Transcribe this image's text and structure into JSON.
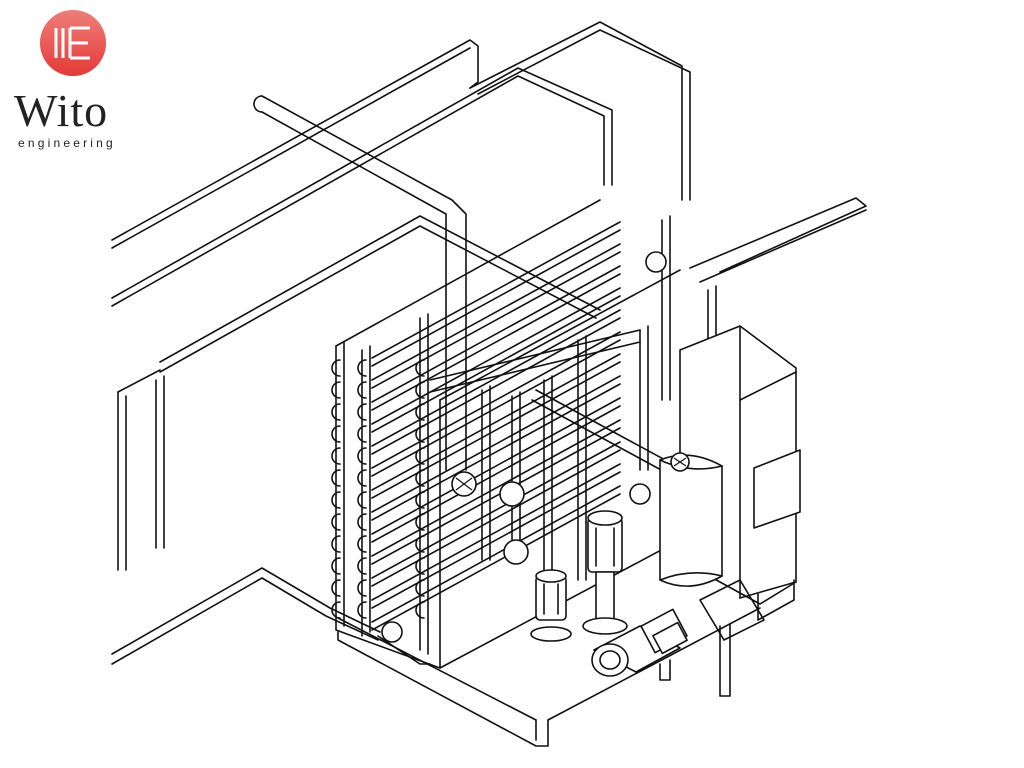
{
  "logo": {
    "name": "Wito",
    "tagline": "engineering",
    "badge_color": "#e53935"
  },
  "diagram": {
    "subject": "isometric line drawing of a tubular heat exchanger skid with pumps, tank, control cabinet and piping"
  }
}
